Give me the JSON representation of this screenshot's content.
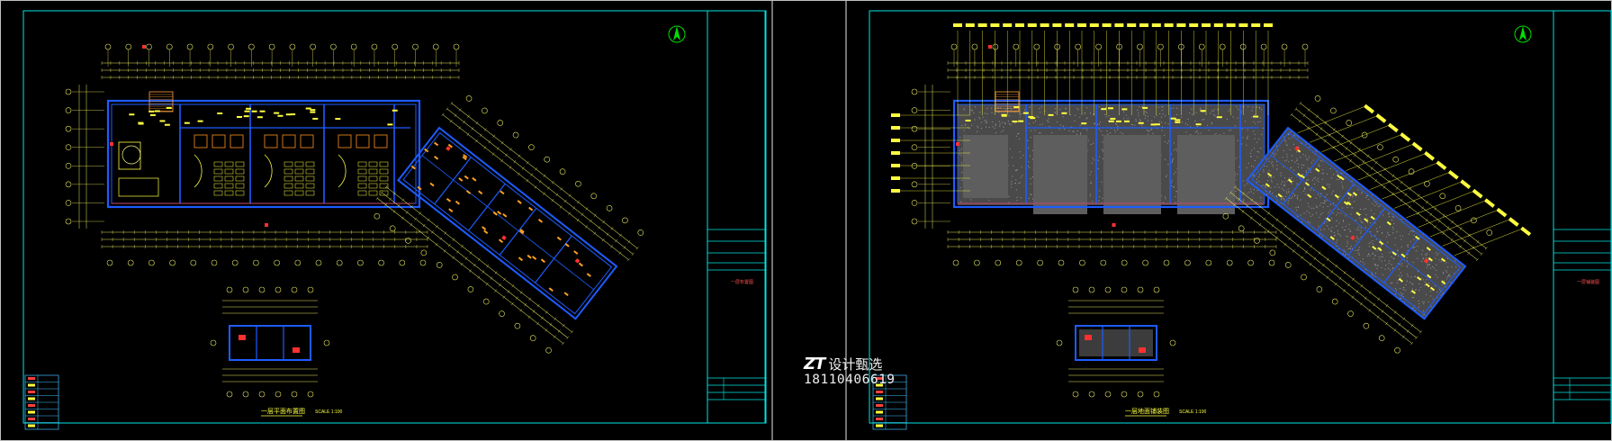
{
  "watermark": {
    "logo": "ZT",
    "brand": "设计甄选",
    "phone": "18110406619"
  },
  "sheets": [
    {
      "name": "sheet-left",
      "main_title": "一层平面布置图",
      "scale": "SCALE 1:100",
      "chip": "一层布置图"
    },
    {
      "name": "sheet-right",
      "main_title": "一层地面铺装图",
      "scale": "SCALE 1:100",
      "chip": "一层铺装图"
    }
  ],
  "colors": {
    "frame": "#00e5e5",
    "wall": "#1e5cff",
    "dimension": "#e8e860",
    "annotation": "#ffff40",
    "accent": "#ff3030",
    "floor_fill": "#4a4a4a",
    "north": "#00e000"
  }
}
